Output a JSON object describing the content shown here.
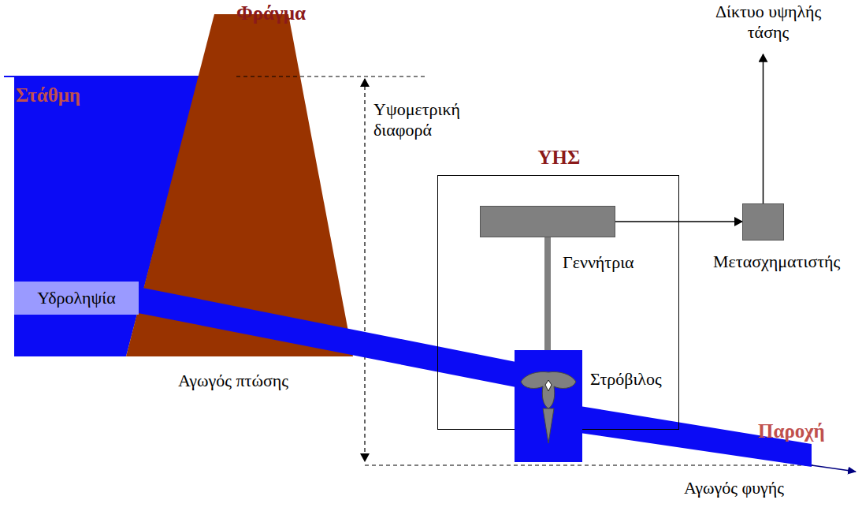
{
  "diagram": {
    "nodes": [
      {
        "text": [
          "ΥΗΣ"
        ]
      },
      {
        "text": [
          "Γεννήτρια"
        ],
        "in": 0
      },
      {
        "text": [
          "Στρόβιλος"
        ],
        "in": 0
      },
      {
        "text": [
          "Μετασχηματιστής"
        ]
      },
      {
        "text": [
          "Δίκτυο υψηλής τάσης"
        ]
      },
      {
        "text": [
          "Υδροληψία"
        ]
      }
    ],
    "edges": [
      {
        "from": 1,
        "to": 3,
        "arrow": "to"
      },
      {
        "from": 3,
        "to": 4,
        "arrow": "to"
      },
      {
        "from": 1,
        "to": 2,
        "arrow": "none"
      }
    ],
    "labels": [
      "Στάθμη",
      "Φράγμα",
      "Υψομετρική διαφορά",
      "Αγωγός πτώσης",
      "Παροχή",
      "Αγωγός φυγής"
    ]
  }
}
